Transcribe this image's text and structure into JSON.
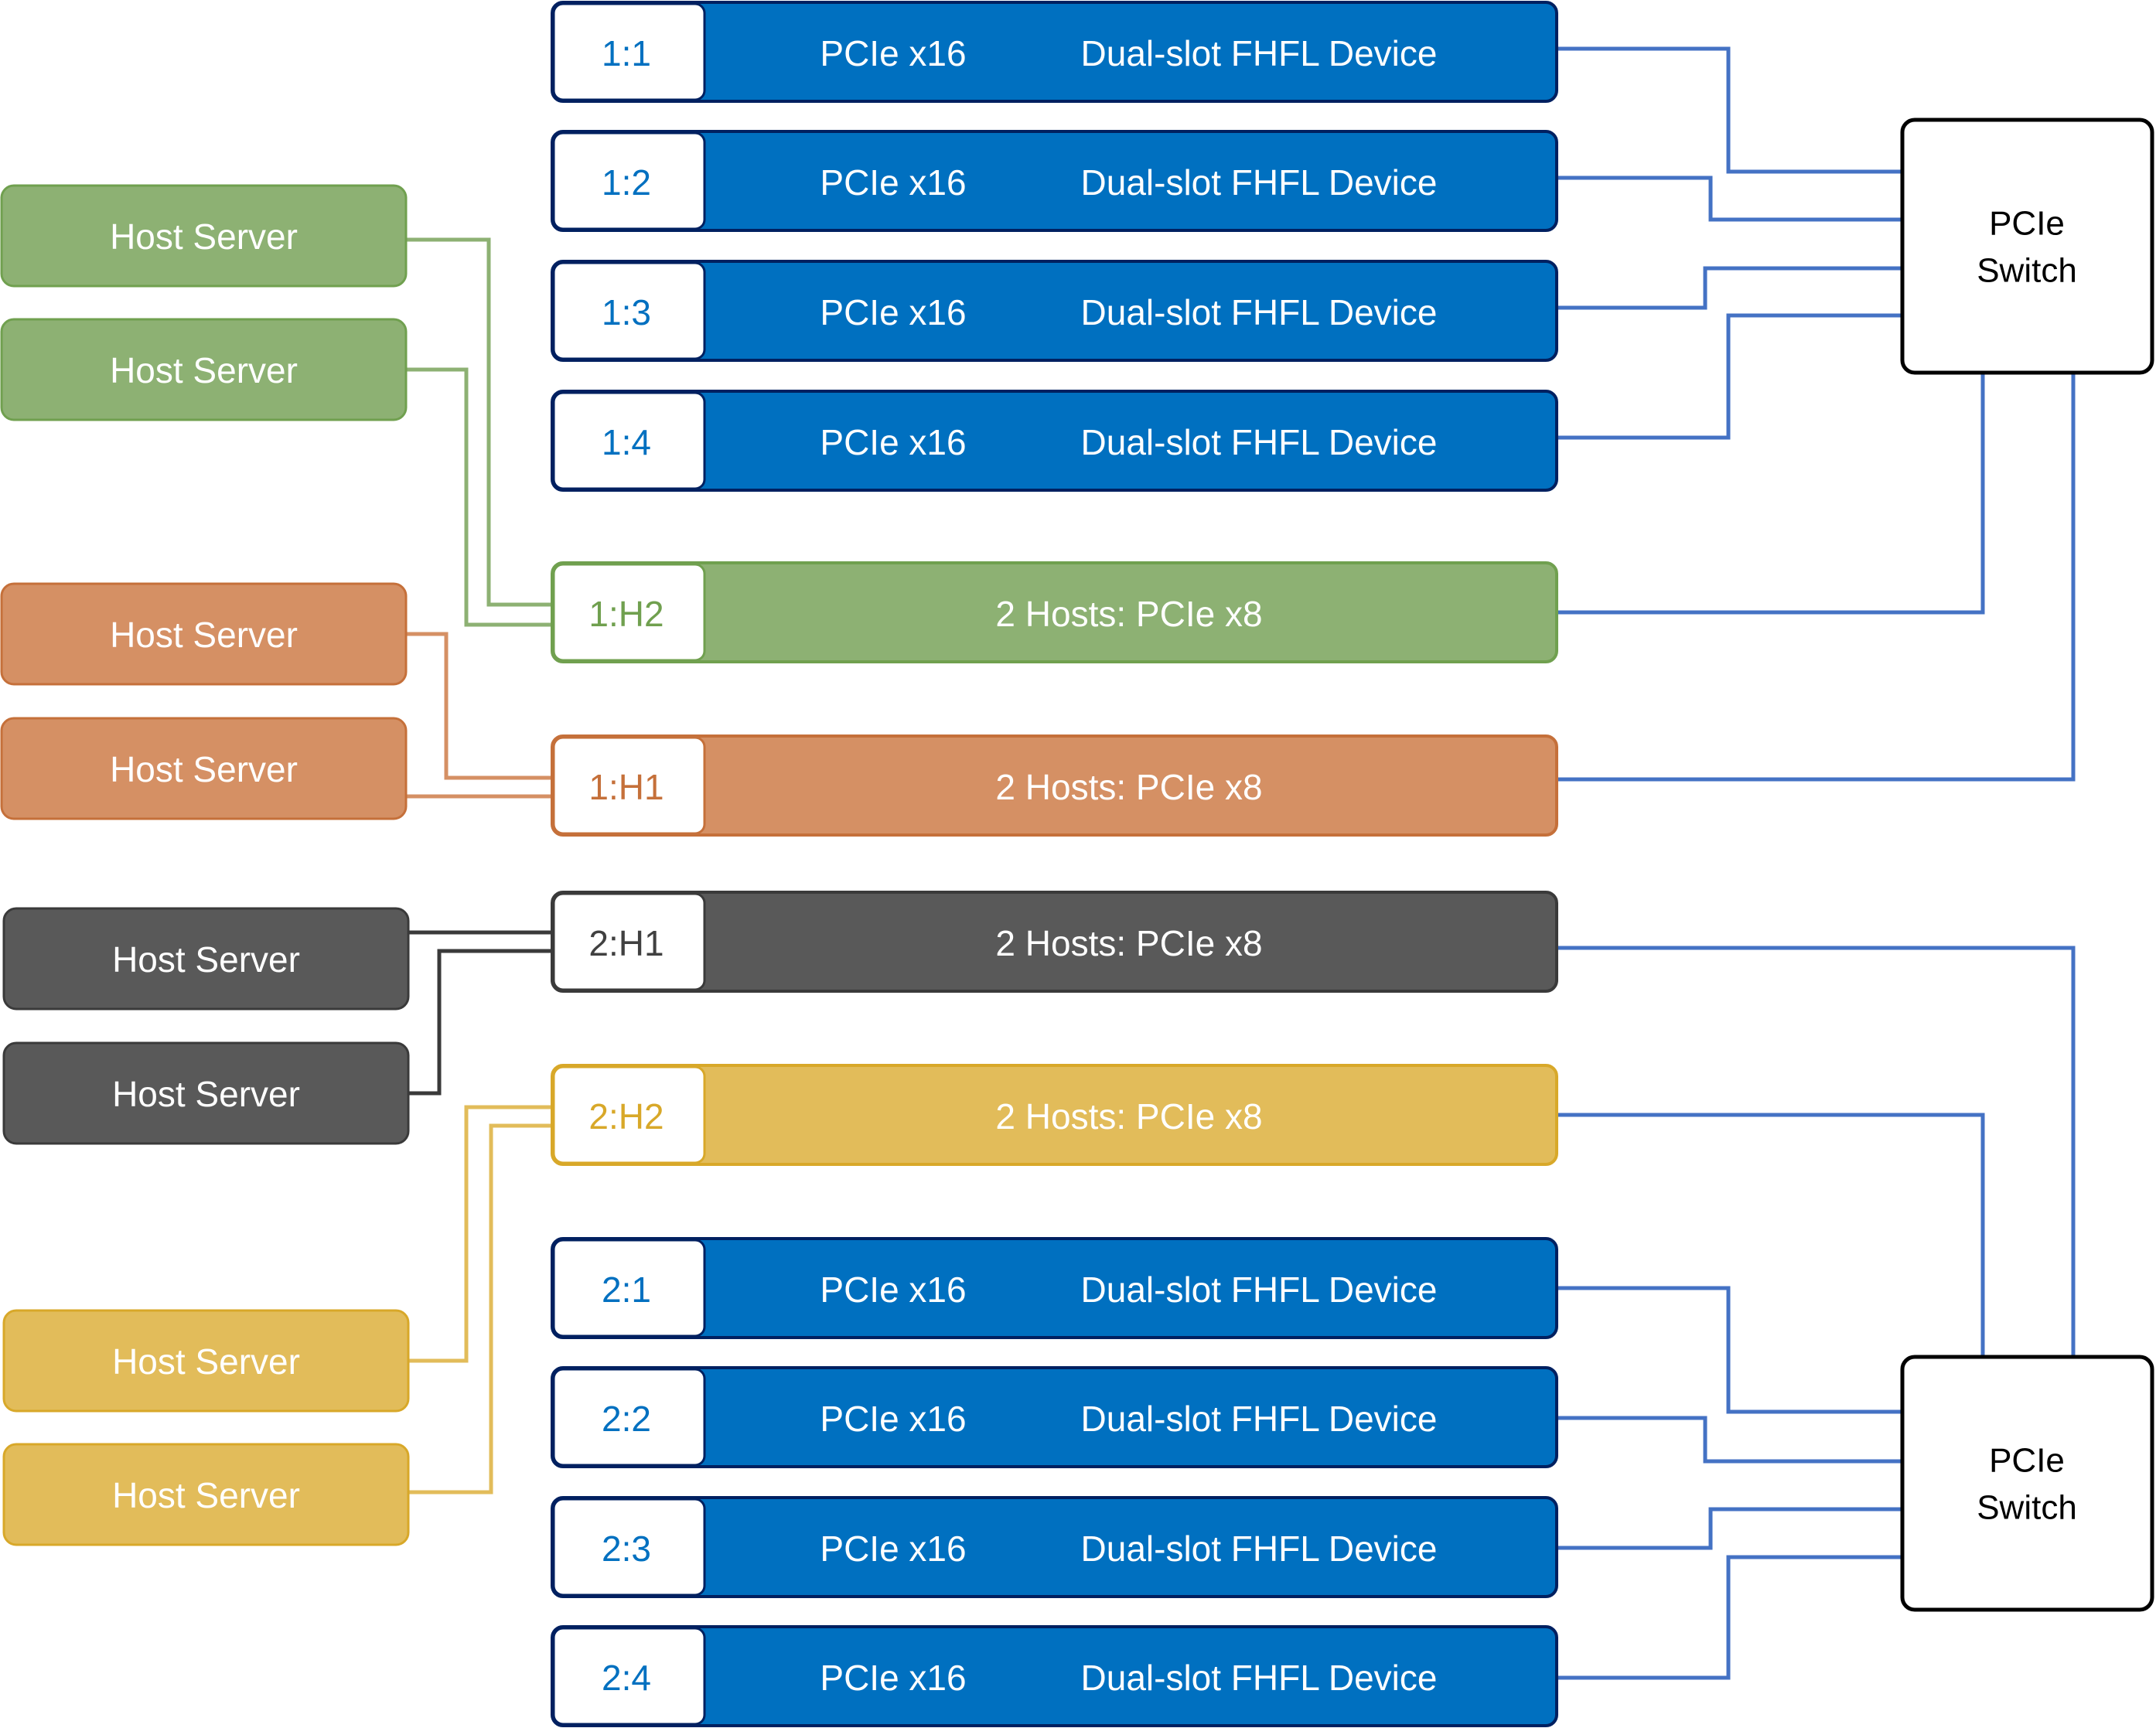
{
  "colors": {
    "blue": "#0070c0",
    "blue_border": "#002060",
    "link": "#4472c4",
    "green": "#8db173",
    "green_dark": "#70a04f",
    "orange": "#d59064",
    "orange_dark": "#c5703a",
    "gray": "#595959",
    "gray_dark": "#3a3a3a",
    "yellow": "#e2bc5a",
    "yellow_dark": "#d8a829"
  },
  "hosts": [
    {
      "label": "Host Server",
      "color": "green"
    },
    {
      "label": "Host Server",
      "color": "green"
    },
    {
      "label": "Host Server",
      "color": "orange"
    },
    {
      "label": "Host Server",
      "color": "orange"
    },
    {
      "label": "Host Server",
      "color": "gray"
    },
    {
      "label": "Host Server",
      "color": "gray"
    },
    {
      "label": "Host Server",
      "color": "yellow"
    },
    {
      "label": "Host Server",
      "color": "yellow"
    }
  ],
  "slots": [
    {
      "id": "1:1",
      "type": "device",
      "bus": "PCIe x16",
      "device": "Dual-slot FHFL Device"
    },
    {
      "id": "1:2",
      "type": "device",
      "bus": "PCIe x16",
      "device": "Dual-slot FHFL Device"
    },
    {
      "id": "1:3",
      "type": "device",
      "bus": "PCIe x16",
      "device": "Dual-slot FHFL Device"
    },
    {
      "id": "1:4",
      "type": "device",
      "bus": "PCIe x16",
      "device": "Dual-slot FHFL Device"
    },
    {
      "id": "1:H2",
      "type": "host",
      "color": "green",
      "label": "2 Hosts: PCIe x8"
    },
    {
      "id": "1:H1",
      "type": "host",
      "color": "orange",
      "label": "2 Hosts: PCIe x8"
    },
    {
      "id": "2:H1",
      "type": "host",
      "color": "gray",
      "label": "2 Hosts: PCIe x8"
    },
    {
      "id": "2:H2",
      "type": "host",
      "color": "yellow",
      "label": "2 Hosts: PCIe x8"
    },
    {
      "id": "2:1",
      "type": "device",
      "bus": "PCIe x16",
      "device": "Dual-slot FHFL Device"
    },
    {
      "id": "2:2",
      "type": "device",
      "bus": "PCIe x16",
      "device": "Dual-slot FHFL Device"
    },
    {
      "id": "2:3",
      "type": "device",
      "bus": "PCIe x16",
      "device": "Dual-slot FHFL Device"
    },
    {
      "id": "2:4",
      "type": "device",
      "bus": "PCIe x16",
      "device": "Dual-slot FHFL Device"
    }
  ],
  "switches": [
    {
      "line1": "PCIe",
      "line2": "Switch"
    },
    {
      "line1": "PCIe",
      "line2": "Switch"
    }
  ]
}
